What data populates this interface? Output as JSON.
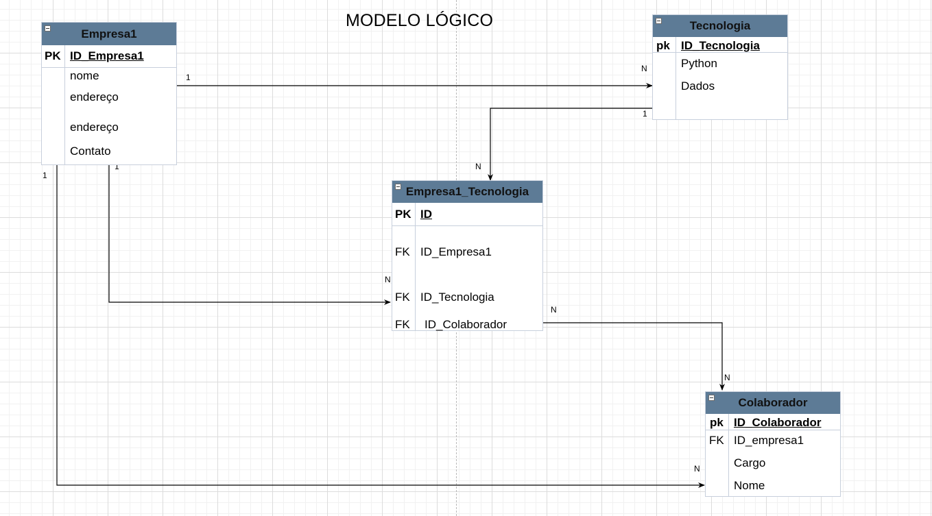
{
  "diagram": {
    "title": "MODELO LÓGICO",
    "tables": {
      "empresa1": {
        "name": "Empresa1",
        "key_type": "PK",
        "key_field": "ID_Empresa1",
        "fields": [
          "nome",
          "endereço",
          "endereço",
          "Contato"
        ]
      },
      "tecnologia": {
        "name": "Tecnologia",
        "key_type": "pk",
        "key_field": "ID_Tecnologia",
        "fields": [
          "Python",
          "Dados"
        ]
      },
      "empresa1_tecnologia": {
        "name": "Empresa1_Tecnologia",
        "key_type": "PK",
        "key_field": "ID",
        "fk_label": "FK",
        "fields": [
          "ID_Empresa1",
          "ID_Tecnologia",
          "ID_Colaborador"
        ]
      },
      "colaborador": {
        "name": "Colaborador",
        "key_type": "pk",
        "key_field": "ID_Colaborador",
        "fk_label": "FK",
        "fields": [
          "ID_empresa1",
          "Cargo",
          "Nome"
        ]
      }
    },
    "relationships": [
      {
        "from": "Empresa1",
        "to": "Tecnologia",
        "from_card": "1",
        "to_card": "N"
      },
      {
        "from": "Tecnologia",
        "to": "Empresa1_Tecnologia",
        "from_card": "1",
        "to_card": "N"
      },
      {
        "from": "Empresa1",
        "to": "Empresa1_Tecnologia",
        "from_card": "1",
        "to_card": "N"
      },
      {
        "from": "Empresa1_Tecnologia",
        "to": "Colaborador",
        "from_card": "N",
        "to_card": "N"
      },
      {
        "from": "Empresa1",
        "to": "Colaborador",
        "from_card": "1",
        "to_card": "N"
      }
    ],
    "colors": {
      "header": "#5d7b96",
      "border": "#c7cfdc",
      "connector": "#000000"
    }
  }
}
